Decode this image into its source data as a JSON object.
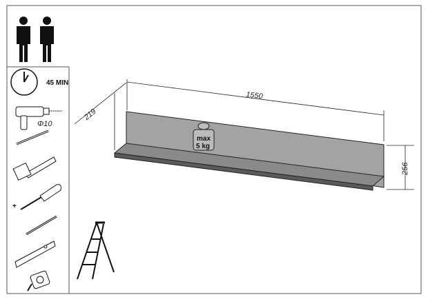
{
  "time": {
    "label": "45 MIN",
    "icon": "clock-icon"
  },
  "people": {
    "count": 2,
    "icon": "person-icon"
  },
  "tools": [
    {
      "icon": "drill-icon"
    },
    {
      "icon": "drill-bit-icon",
      "label": "Φ10"
    },
    {
      "icon": "hammer-icon"
    },
    {
      "icon": "phillips-screwdriver-icon",
      "label": "+"
    },
    {
      "icon": "pencil-icon"
    },
    {
      "icon": "spirit-level-icon"
    },
    {
      "icon": "tape-measure-icon"
    },
    {
      "icon": "step-ladder-icon"
    }
  ],
  "dimensions": {
    "width": "1550",
    "depth": "219",
    "height": "256"
  },
  "load": {
    "line1": "max",
    "line2": "5 kg"
  },
  "colors": {
    "back_panel": "#a3a3a3",
    "shelf_top": "#8a8a8a",
    "shelf_edge": "#5a5a5a"
  }
}
